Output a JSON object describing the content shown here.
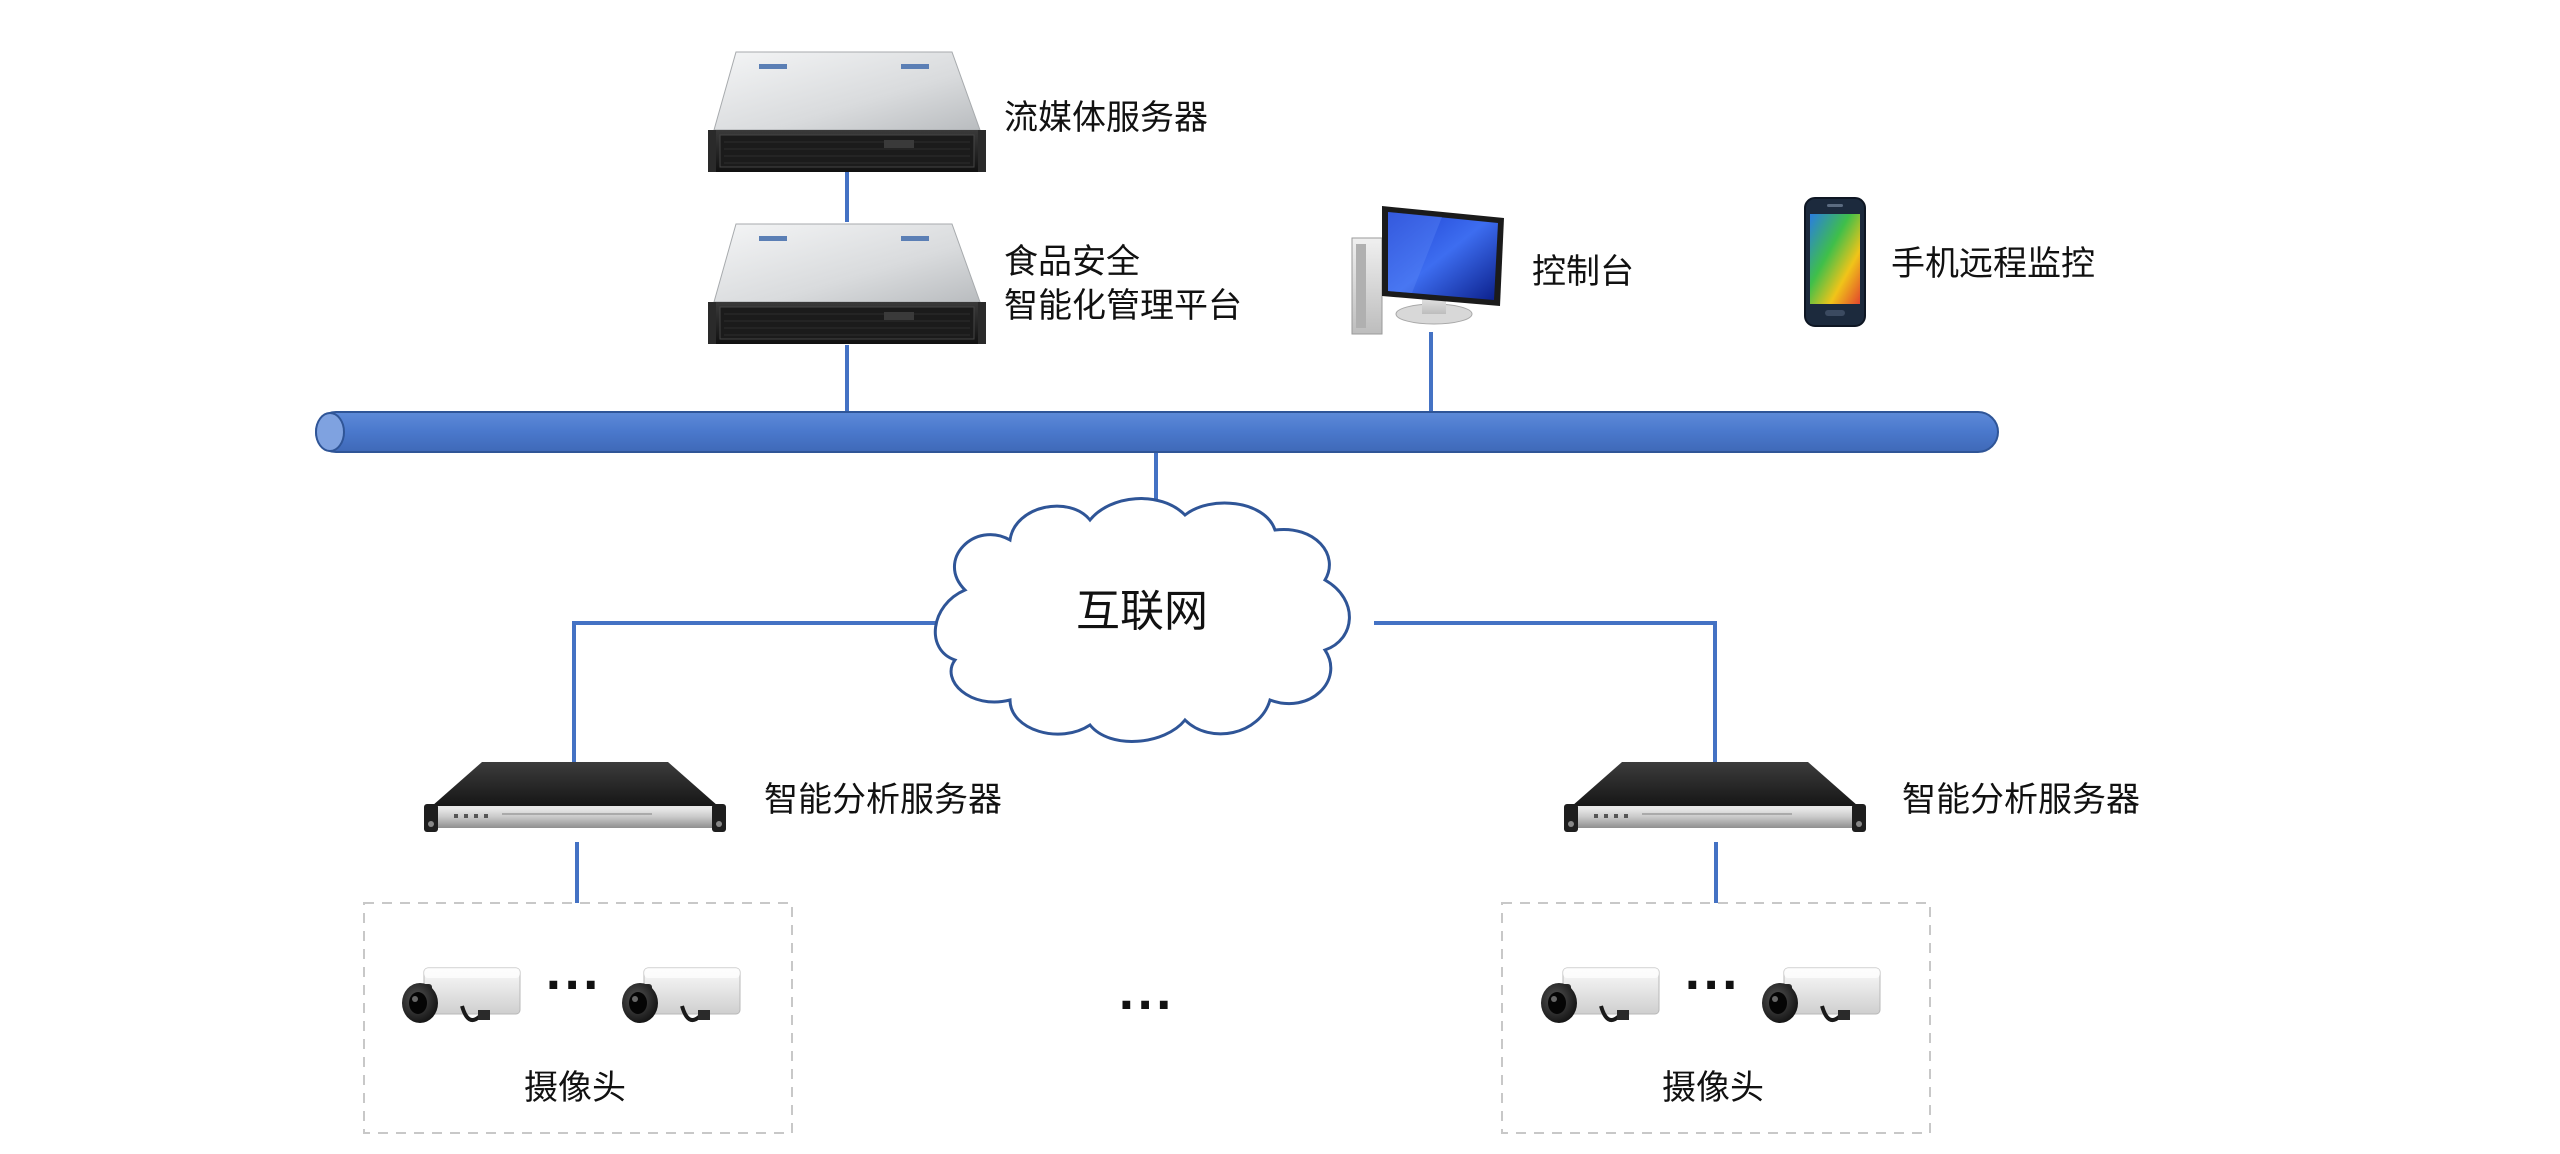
{
  "labels": {
    "streaming_server": "流媒体服务器",
    "platform_line1": "食品安全",
    "platform_line2": "智能化管理平台",
    "console": "控制台",
    "mobile": "手机远程监控",
    "internet": "互联网",
    "analysis_server_left": "智能分析服务器",
    "analysis_server_right": "智能分析服务器",
    "camera_group_left": "摄像头",
    "camera_group_right": "摄像头",
    "camera_between_left": "···",
    "camera_between_right": "···",
    "groups_between": "···"
  },
  "colors": {
    "link": "#4472c4",
    "bus_fill": "#4a78cc",
    "bus_stroke": "#2f5597",
    "cloud_stroke": "#2f5597",
    "group_border": "#c8c8c8"
  },
  "icons": {
    "streaming_server": "rack-server-2u-icon",
    "platform_server": "rack-server-2u-icon",
    "console": "desktop-monitor-icon",
    "mobile": "smartphone-icon",
    "analysis_server": "rack-server-1u-icon",
    "camera": "box-camera-icon",
    "internet": "cloud-icon"
  }
}
